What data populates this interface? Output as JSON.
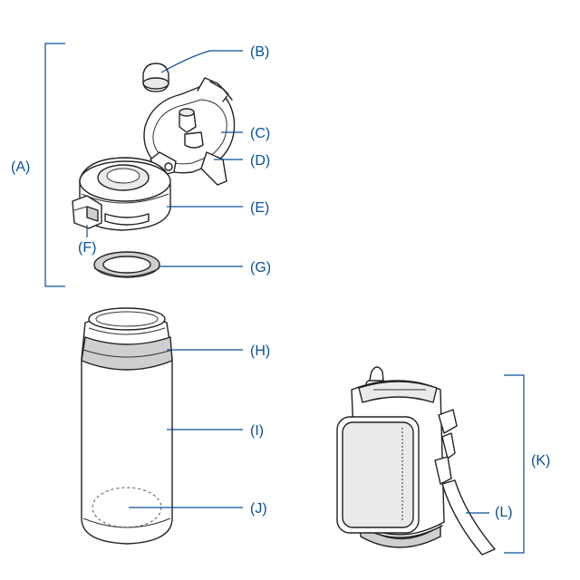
{
  "labels": {
    "A": "(A)",
    "B": "(B)",
    "C": "(C)",
    "D": "(D)",
    "E": "(E)",
    "F": "(F)",
    "G": "(G)",
    "H": "(H)",
    "I": "(I)",
    "J": "(J)",
    "K": "(K)",
    "L": "(L)"
  },
  "colors": {
    "label": "#0b4f9a",
    "outline": "#222222"
  }
}
